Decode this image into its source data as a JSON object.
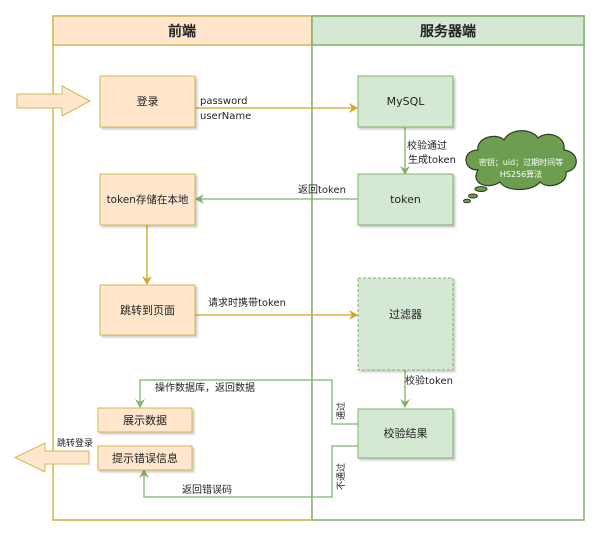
{
  "lanes": {
    "frontend": {
      "title": "前端",
      "fill": "#FFE6CC",
      "stroke": "#D6B656"
    },
    "server": {
      "title": "服务器端",
      "fill": "#D5E8D4",
      "stroke": "#82B366"
    }
  },
  "nodes": {
    "login": "登录",
    "mysql": "MySQL",
    "token_store": "token存储在本地",
    "token": "token",
    "jump_page": "跳转到页面",
    "filter": "过滤器",
    "show_data": "展示数据",
    "show_error": "提示错误信息",
    "verify_result": "校验结果"
  },
  "cloud": {
    "line1": "密钥；uid；过期时间等",
    "line2": "HS256算法",
    "fill": "#6D9E4F"
  },
  "edges": {
    "login_to_mysql_1": "password",
    "login_to_mysql_2": "userName",
    "mysql_to_token_1": "校验通过",
    "mysql_to_token_2": "生成token",
    "token_return": "返回token",
    "request_with_token": "请求时携带token",
    "verify_token": "校验token",
    "pass": "通过",
    "fail": "不通过",
    "return_data": "操作数据库，返回数据",
    "return_error": "返回错误码",
    "redirect_login": "跳转登录"
  },
  "colors": {
    "orange_edge": "#D6A31C",
    "green_edge": "#82B366",
    "node_orange_fill": "#FFE6CC",
    "node_orange_stroke": "#D6B656",
    "node_green_fill": "#D5E8D4",
    "node_green_stroke": "#82B366"
  }
}
